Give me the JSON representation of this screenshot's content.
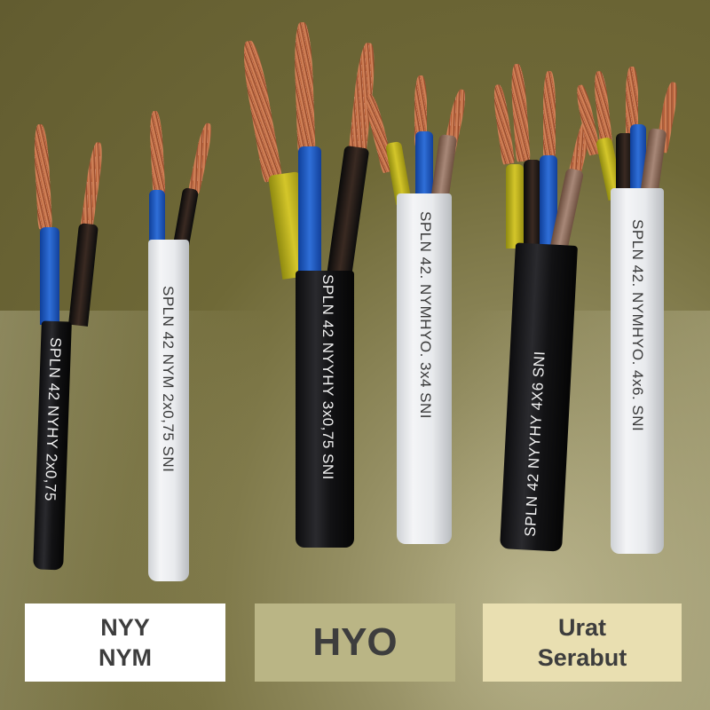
{
  "cables": [
    {
      "id": "nyhy-2x075",
      "sheath": "black",
      "label": "SPLN 42 NYHY 2x0,75",
      "cores": [
        "blue",
        "black"
      ]
    },
    {
      "id": "nym-2x075",
      "sheath": "white",
      "label": "SPLN 42 NYM 2x0,75 SNI",
      "cores": [
        "blue",
        "black"
      ]
    },
    {
      "id": "nyyhy-3x075",
      "sheath": "black",
      "label": "SPLN 42 NYYHY 3x0,75  SNI",
      "cores": [
        "yellow",
        "blue",
        "black"
      ]
    },
    {
      "id": "nymhyo-3x4",
      "sheath": "white",
      "label": "SPLN 42. NYMHYO. 3x4   SNI",
      "cores": [
        "yellow",
        "blue",
        "brown"
      ]
    },
    {
      "id": "nyyhy-4x6",
      "sheath": "black",
      "label": "SPLN 42 NYYHY 4X6  SNI",
      "cores": [
        "yellow",
        "black",
        "blue",
        "brown"
      ]
    },
    {
      "id": "nymhyo-4x6",
      "sheath": "white",
      "label": "SPLN 42. NYMHYO. 4x6. SNI",
      "cores": [
        "yellow",
        "black",
        "blue",
        "brown"
      ]
    }
  ],
  "tags": [
    {
      "lines": [
        "NYY",
        "NYM"
      ],
      "color": "#ffffff"
    },
    {
      "lines": [
        "HYO"
      ],
      "color": "#bab585"
    },
    {
      "lines": [
        "Urat",
        "Serabut"
      ],
      "color": "#e9dfb1"
    }
  ],
  "colors": {
    "background": "#625c30",
    "text": "#3d3d3d",
    "copper": "#b2572f"
  }
}
